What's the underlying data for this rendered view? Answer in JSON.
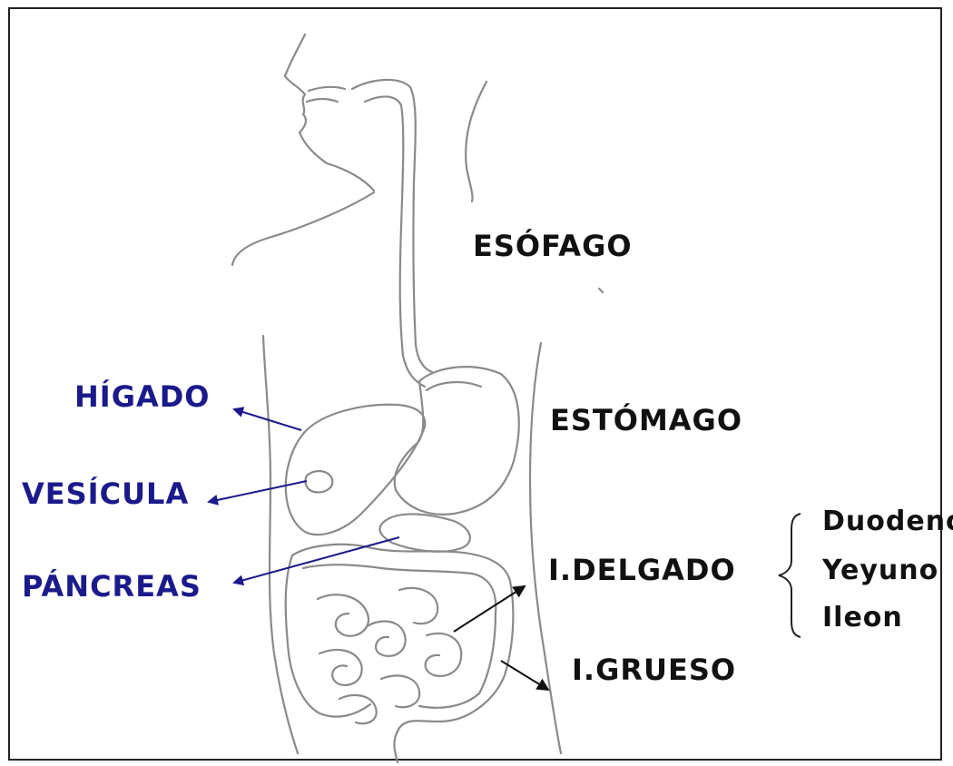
{
  "labels": {
    "esofago": "ESÓFAGO",
    "estomago": "ESTÓMAGO",
    "higado": "HÍGADO",
    "vesicula": "VESÍCULA",
    "pancreas": "PÁNCREAS",
    "delgado": "I.DELGADO",
    "grueso": "I.GRUESO"
  },
  "delgado_parts": [
    "Duodeno",
    "Yeyuno",
    "Ileon"
  ],
  "colors": {
    "organ_label": "#111111",
    "accessory_label": "#1a1a8c",
    "arrow_blue": "#1a1a8c",
    "arrow_black": "#111111",
    "sketch": "#8a8a8a"
  }
}
